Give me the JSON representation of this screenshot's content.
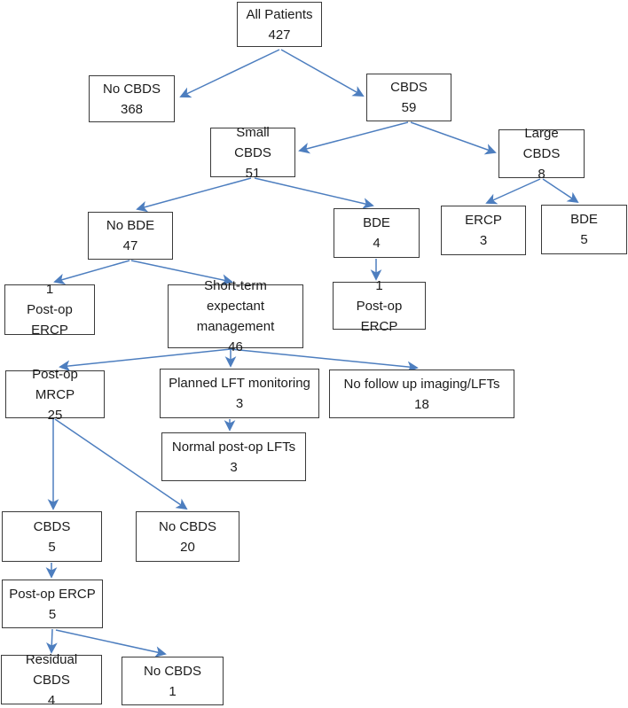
{
  "diagram": {
    "type": "flowchart",
    "colors": {
      "arrow": "#4d7ebf",
      "box_border": "#3a3a3a",
      "text": "#1b1b1b",
      "background": "#ffffff"
    },
    "nodes": {
      "all_patients": {
        "lines": [
          "All Patients",
          "427"
        ]
      },
      "no_cbds": {
        "lines": [
          "No CBDS",
          "368"
        ]
      },
      "cbds": {
        "lines": [
          "CBDS",
          "59"
        ]
      },
      "small_cbds": {
        "lines": [
          "Small CBDS",
          "51"
        ]
      },
      "large_cbds": {
        "lines": [
          "Large CBDS",
          "8"
        ]
      },
      "no_bde": {
        "lines": [
          "No BDE",
          "47"
        ]
      },
      "bde_4": {
        "lines": [
          "BDE",
          "4"
        ]
      },
      "ercp_3": {
        "lines": [
          "ERCP",
          "3"
        ]
      },
      "bde_5": {
        "lines": [
          "BDE",
          "5"
        ]
      },
      "postop_ercp_1_left": {
        "lines": [
          "1",
          "Post-op ERCP"
        ]
      },
      "short_term": {
        "lines": [
          "Short-term expectant management",
          "46"
        ]
      },
      "postop_ercp_1_right": {
        "lines": [
          "1",
          "Post-op ERCP"
        ]
      },
      "postop_mrcp": {
        "lines": [
          "Post-op MRCP",
          "25"
        ]
      },
      "planned_lft": {
        "lines": [
          "Planned LFT monitoring",
          "3"
        ]
      },
      "no_followup": {
        "lines": [
          "No follow up imaging/LFTs",
          "18"
        ]
      },
      "normal_lfts": {
        "lines": [
          "Normal post-op LFTs",
          "3"
        ]
      },
      "cbds_5": {
        "lines": [
          "CBDS",
          "5"
        ]
      },
      "no_cbds_20": {
        "lines": [
          "No CBDS",
          "20"
        ]
      },
      "postop_ercp_5": {
        "lines": [
          "Post-op ERCP",
          "5"
        ]
      },
      "residual_cbds": {
        "lines": [
          "Residual CBDS",
          "4"
        ]
      },
      "no_cbds_1": {
        "lines": [
          "No CBDS",
          "1"
        ]
      }
    },
    "edges": [
      {
        "from": "all_patients",
        "to": "no_cbds"
      },
      {
        "from": "all_patients",
        "to": "cbds"
      },
      {
        "from": "cbds",
        "to": "small_cbds"
      },
      {
        "from": "cbds",
        "to": "large_cbds"
      },
      {
        "from": "small_cbds",
        "to": "no_bde"
      },
      {
        "from": "small_cbds",
        "to": "bde_4"
      },
      {
        "from": "large_cbds",
        "to": "ercp_3"
      },
      {
        "from": "large_cbds",
        "to": "bde_5"
      },
      {
        "from": "no_bde",
        "to": "postop_ercp_1_left"
      },
      {
        "from": "no_bde",
        "to": "short_term"
      },
      {
        "from": "bde_4",
        "to": "postop_ercp_1_right"
      },
      {
        "from": "short_term",
        "to": "postop_mrcp"
      },
      {
        "from": "short_term",
        "to": "planned_lft"
      },
      {
        "from": "short_term",
        "to": "no_followup"
      },
      {
        "from": "planned_lft",
        "to": "normal_lfts"
      },
      {
        "from": "postop_mrcp",
        "to": "cbds_5"
      },
      {
        "from": "postop_mrcp",
        "to": "no_cbds_20"
      },
      {
        "from": "cbds_5",
        "to": "postop_ercp_5"
      },
      {
        "from": "postop_ercp_5",
        "to": "residual_cbds"
      },
      {
        "from": "postop_ercp_5",
        "to": "no_cbds_1"
      }
    ]
  }
}
